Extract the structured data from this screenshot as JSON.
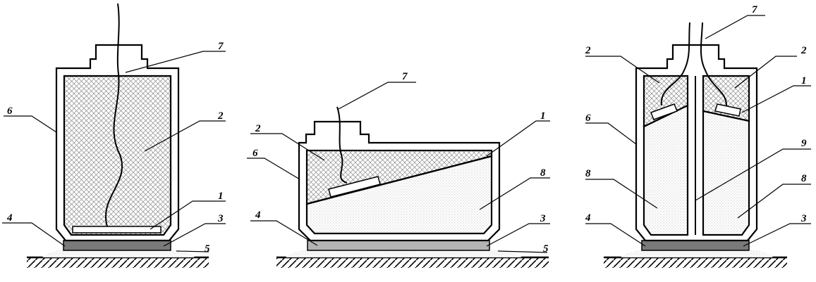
{
  "figures": [
    {
      "id": "left",
      "labels": [
        "7",
        "6",
        "2",
        "1",
        "4",
        "3",
        "5"
      ]
    },
    {
      "id": "middle",
      "labels": [
        "7",
        "2",
        "1",
        "6",
        "8",
        "4",
        "3",
        "5"
      ]
    },
    {
      "id": "right",
      "labels": [
        "7",
        "2",
        "2",
        "1",
        "6",
        "9",
        "8",
        "8",
        "4",
        "3"
      ]
    }
  ]
}
